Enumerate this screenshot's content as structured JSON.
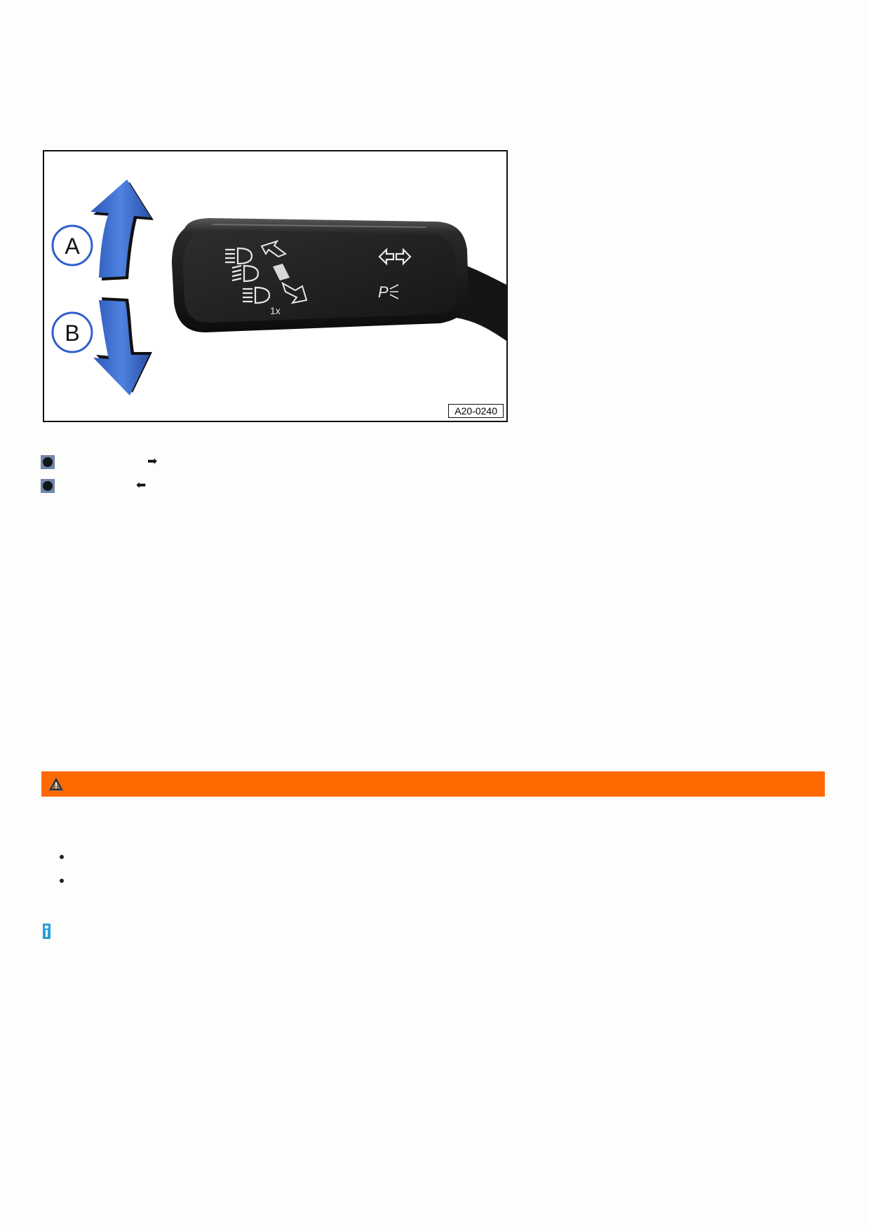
{
  "figure": {
    "code": "A20-0240",
    "callouts": {
      "a": "A",
      "b": "B"
    },
    "stalk_labels": {
      "one_time": "1x",
      "parking": "P"
    }
  },
  "legend": {
    "items": [
      {
        "marker": "bullet-square-icon",
        "arrow": "right-arrow-icon",
        "glyph": "➡"
      },
      {
        "marker": "bullet-square-icon",
        "arrow": "left-arrow-icon",
        "glyph": "⬅"
      }
    ]
  },
  "warning": {
    "icon": "warning-triangle-icon",
    "color": "#ff6a00"
  },
  "list": {
    "bullets": 2
  },
  "info": {
    "icon": "info-icon",
    "color": "#2a9fd8"
  }
}
